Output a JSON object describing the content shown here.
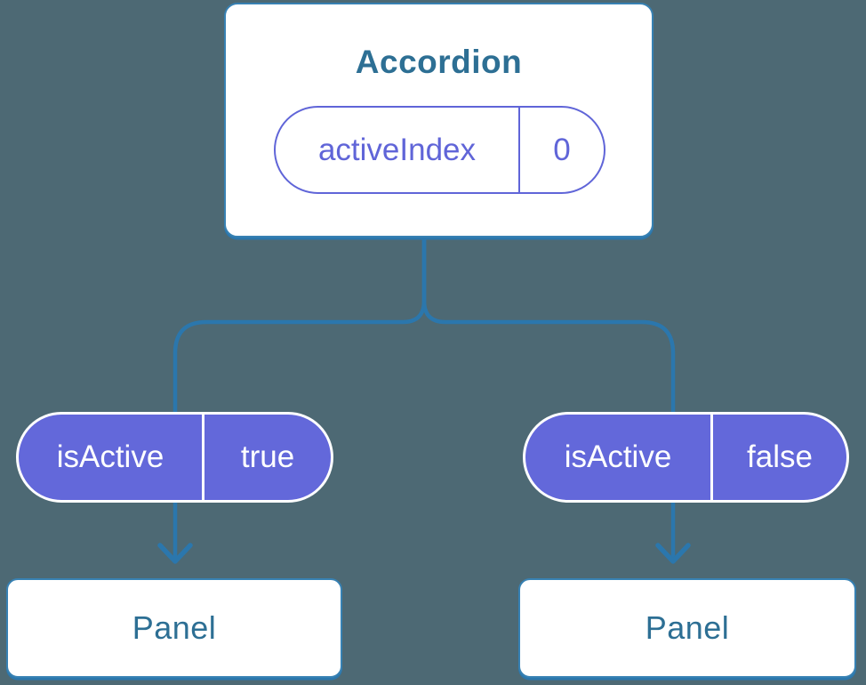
{
  "colors": {
    "background": "#4d6974",
    "card_background": "#ffffff",
    "card_border": "#3781b3",
    "connector": "#2b77ad",
    "purple_accent": "#6065d8",
    "state_pill_fill": "#6368da",
    "state_pill_text": "#ffffff",
    "heading_text": "#2d6f94"
  },
  "diagram": {
    "root": {
      "title": "Accordion",
      "prop": {
        "name": "activeIndex",
        "value": "0"
      }
    },
    "children": [
      {
        "prop": {
          "name": "isActive",
          "value": "true"
        },
        "target": {
          "title": "Panel"
        }
      },
      {
        "prop": {
          "name": "isActive",
          "value": "false"
        },
        "target": {
          "title": "Panel"
        }
      }
    ]
  }
}
